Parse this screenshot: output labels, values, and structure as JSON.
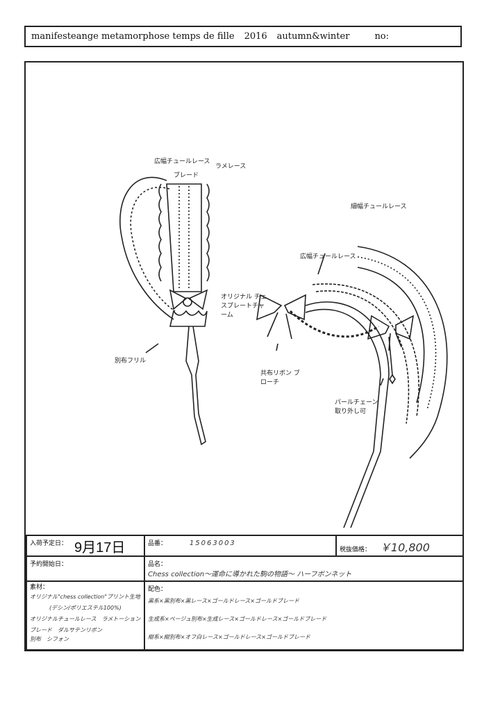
{
  "header": {
    "brand": "manifesteange metamorphose temps de fille",
    "year": "2016",
    "season": "autumn&winter",
    "no_label": "no:"
  },
  "annotations": {
    "wide_tulle_lace_1": "広幅チュールレース",
    "braid": "ブレード",
    "lame_lace": "ラメレース",
    "charm": "オリジナル チェスプレートチャーム",
    "fabric_frill": "別布フリル",
    "narrow_tulle_lace": "細幅チュールレース",
    "wide_tulle_lace_2": "広幅チュールレース",
    "ribbon_brooch": "共布リボン ブローチ",
    "pearl_chain": "パールチェーン 取り外し可"
  },
  "table": {
    "arrival_label": "入荷予定日：",
    "arrival_value": "9月17日",
    "item_no_label": "品番：",
    "item_no_value": "15063003",
    "price_label": "税抜価格：",
    "price_value": "￥10,800",
    "reservation_label": "予約開始日：",
    "reservation_value": "",
    "name_label": "品名：",
    "name_value": "Chess collection〜運命に導かれた駒の物語〜 ハーフボンネット",
    "material_label": "素材：",
    "materials": [
      "オリジナル\"chess collection\"プリント生地",
      "(デシン/ポリエステル100%)",
      "オリジナルチュールレース　ラメトーション",
      "ブレード　ダルサテンリボン",
      "別布　シフォン"
    ],
    "color_label": "配色：",
    "colors": [
      "黒系×黒別布×黒レース×ゴールドレース×ゴールドブレード",
      "生成系×ベージュ別布×生成レース×ゴールドレース×ゴールドブレード",
      "紺系×紺別布×オフ白レース×ゴールドレース×ゴールドブレード"
    ]
  }
}
